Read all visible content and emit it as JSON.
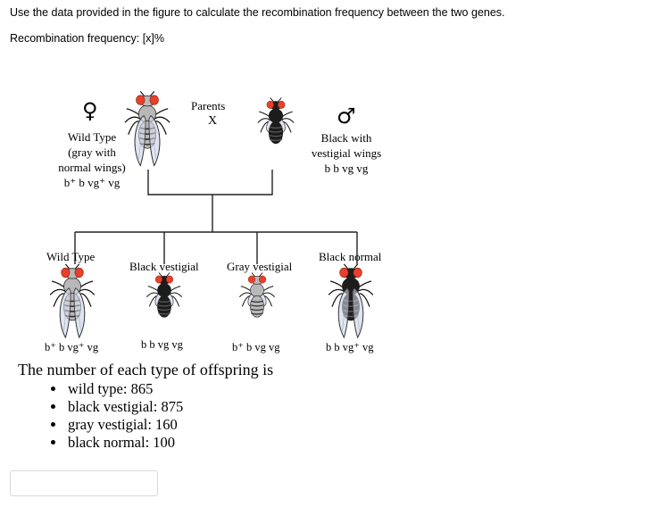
{
  "question": "Use the data provided in the figure to calculate the recombination frequency between the two genes.",
  "answer_line": "Recombination frequency: [x]%",
  "parents": {
    "title": "Parents",
    "cross": "X",
    "female": {
      "symbol": "♀",
      "name": "Wild Type",
      "desc1": "(gray with",
      "desc2": "normal wings)",
      "genotype": "b⁺ b vg⁺ vg"
    },
    "male": {
      "symbol": "♂",
      "name": "Black with",
      "desc1": "vestigial wings",
      "genotype": "b b vg vg"
    }
  },
  "offspring": [
    {
      "label": "Wild Type",
      "genotype": "b⁺ b vg⁺ vg"
    },
    {
      "label": "Black vestigial",
      "genotype": "b b vg vg"
    },
    {
      "label": "Gray vestigial",
      "genotype": "b⁺ b vg vg"
    },
    {
      "label": "Black normal",
      "genotype": "b b vg⁺ vg"
    }
  ],
  "counts_title": "The number of each type of offspring is",
  "counts": [
    "wild type: 865",
    "black vestigial: 875",
    "gray vestigial: 160",
    "black normal: 100"
  ],
  "colors": {
    "gray_body": "#b8b8b8",
    "black_body": "#1c1c1c",
    "eye": "#e8402a",
    "wing": "#dfe4f2"
  }
}
